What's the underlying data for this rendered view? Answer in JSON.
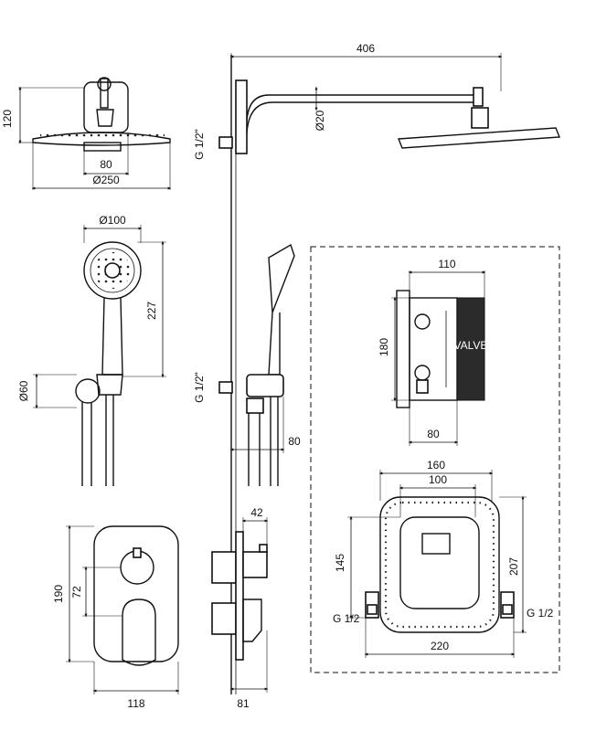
{
  "dimensions": {
    "head_height": "120",
    "head_mount": "80",
    "head_diameter": "Ø250",
    "arm_length": "406",
    "arm_tube": "Ø20",
    "hand_diameter": "Ø100",
    "hand_length": "227",
    "holder_diameter": "Ø60",
    "outlet_offset": "80",
    "box_width": "110",
    "box_height": "180",
    "box_depth": "80",
    "plate_width": "118",
    "plate_height": "190",
    "plate_axis": "72",
    "plate_depth_a": "42",
    "plate_depth_b": "81",
    "frame_outer": "160",
    "frame_inner": "100",
    "frame_height_a": "145",
    "frame_height_b": "207",
    "frame_width": "220"
  },
  "threads": {
    "wall_outlet_top": "G 1/2\"",
    "wall_outlet_bottom": "G 1/2\"",
    "frame_left": "G 1/2",
    "frame_right": "G 1/2"
  },
  "box_label": "VALVE"
}
